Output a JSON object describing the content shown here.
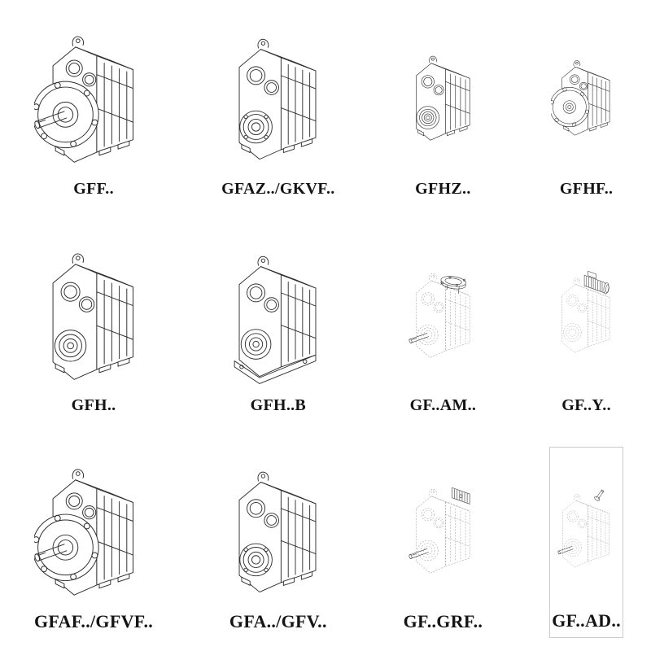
{
  "page": {
    "background": "#ffffff",
    "description_type": "gearbox-catalog-grid"
  },
  "colors": {
    "line_solid": "#2d2d2d",
    "line_dashed": "#9a9a9a",
    "line_accent": "#3a3a3a",
    "label": "#141414",
    "cell_border": "#cccccc"
  },
  "grid": {
    "columns": 4,
    "rows": 3
  },
  "cells": [
    {
      "label": "GFF..",
      "drawing": "gearbox-flange-solid-shaft",
      "style": "solid"
    },
    {
      "label": "GFAZ../GKVF..",
      "drawing": "gearbox-hollow-flange",
      "style": "solid"
    },
    {
      "label": "GFHZ..",
      "drawing": "gearbox-hollow-bearing",
      "style": "solid"
    },
    {
      "label": "GFHF..",
      "drawing": "gearbox-flange-holes",
      "style": "solid"
    },
    {
      "label": "GFH..",
      "drawing": "gearbox-hub",
      "style": "solid"
    },
    {
      "label": "GFH..B",
      "drawing": "gearbox-hub-base",
      "style": "solid"
    },
    {
      "label": "GF..AM..",
      "drawing": "gearbox-motor-flange-top",
      "style": "dashed"
    },
    {
      "label": "GF..Y..",
      "drawing": "gearbox-motor-top",
      "style": "dashed"
    },
    {
      "label": "GFAF../GFVF..",
      "drawing": "gearbox-flange-solid-shaft",
      "style": "solid"
    },
    {
      "label": "GFA../GFV..",
      "drawing": "gearbox-hollow-flange",
      "style": "solid"
    },
    {
      "label": "GF..GRF..",
      "drawing": "gearbox-adapter-top",
      "style": "dashed"
    },
    {
      "label": "GF..AD..",
      "drawing": "gearbox-input-shaft-top",
      "style": "dashed",
      "boxed": true
    }
  ]
}
